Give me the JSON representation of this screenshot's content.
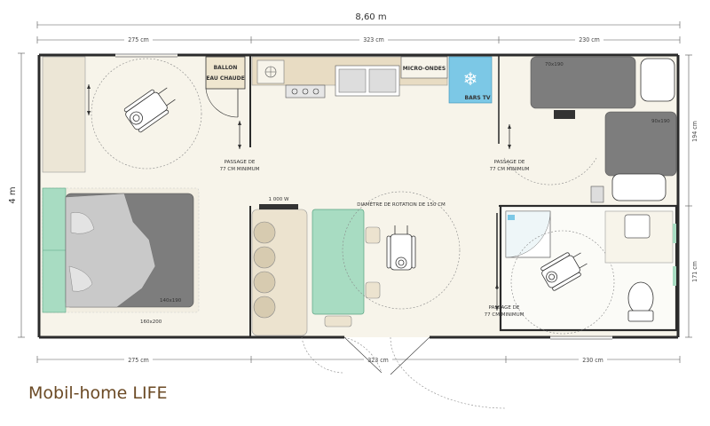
{
  "title": "Mobil-home LIFE",
  "dims": {
    "total_width": "8,60 m",
    "height": "4 m",
    "top_left": "275 cm",
    "top_mid": "323 cm",
    "top_right": "230 cm",
    "bottom_left": "275 cm",
    "bottom_mid": "323 cm",
    "bottom_right": "230 cm",
    "right_upper": "194 cm",
    "right_lower": "171 cm"
  },
  "labels": {
    "ballon_1": "BALLON",
    "ballon_2": "EAU CHAUDE",
    "micro_ondes": "MICRO-ONDES",
    "bars_tv": "BARS TV",
    "bed_top": "70x190",
    "bed_right": "90x190",
    "bed_main": "140x190",
    "area_main": "160x200",
    "heater": "1 000 W",
    "rotation": "DIAMÈTRE DE ROTATION DE 150 CM",
    "passage_a_1": "PASSAGE DE",
    "passage_a_2": "77 CM MINIMUM",
    "passage_b_1": "PASSAGE DE",
    "passage_b_2": "77 CM MINIMUM",
    "passage_c_1": "PASSAGE DE",
    "passage_c_2": "77 CM MINIMUM"
  },
  "colors": {
    "floor": "#f7f4ea",
    "wall": "#2b2b2b",
    "mint": "#a8dcc2",
    "bed_gray": "#7d7d7d",
    "sofa": "#ece3cf",
    "fridge_blue": "#7cc8e6",
    "caption": "#6b4a25"
  }
}
